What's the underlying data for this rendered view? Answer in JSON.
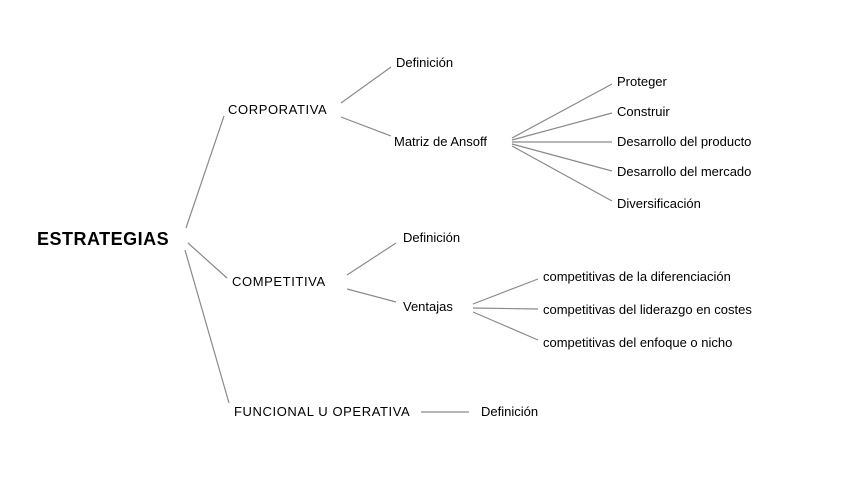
{
  "diagram": {
    "type": "mind-map",
    "root": {
      "label": "ESTRATEGIAS",
      "children": [
        {
          "label": "CORPORATIVA",
          "children": [
            {
              "label": "Definición"
            },
            {
              "label": "Matriz de Ansoff",
              "children": [
                {
                  "label": "Proteger"
                },
                {
                  "label": "Construir"
                },
                {
                  "label": "Desarrollo del producto"
                },
                {
                  "label": "Desarrollo del mercado"
                },
                {
                  "label": "Diversificación"
                }
              ]
            }
          ]
        },
        {
          "label": "COMPETITIVA",
          "children": [
            {
              "label": "Definición"
            },
            {
              "label": "Ventajas",
              "children": [
                {
                  "label": "competitivas de la diferenciación"
                },
                {
                  "label": "competitivas del liderazgo en costes"
                },
                {
                  "label": "competitivas del enfoque o nicho"
                }
              ]
            }
          ]
        },
        {
          "label": "FUNCIONAL U OPERATIVA",
          "children": [
            {
              "label": "Definición"
            }
          ]
        }
      ]
    },
    "colors": {
      "line": "#8a8a8a",
      "text": "#000000",
      "background": "#ffffff"
    }
  }
}
